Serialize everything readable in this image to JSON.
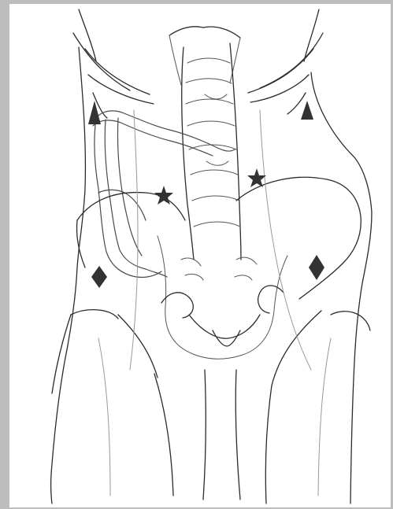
{
  "figure": {
    "background_color": "#bdbdbd",
    "panel_color": "#ffffff",
    "marker_color": "#333333"
  },
  "markers": [
    {
      "name": "triangle-marker-right-upper",
      "shape": "triangle"
    },
    {
      "name": "triangle-marker-left-upper",
      "shape": "triangle"
    },
    {
      "name": "star-marker-right",
      "shape": "star"
    },
    {
      "name": "star-marker-left",
      "shape": "star"
    },
    {
      "name": "diamond-marker-right-lower",
      "shape": "diamond"
    },
    {
      "name": "diamond-marker-left-lower",
      "shape": "diamond"
    }
  ]
}
